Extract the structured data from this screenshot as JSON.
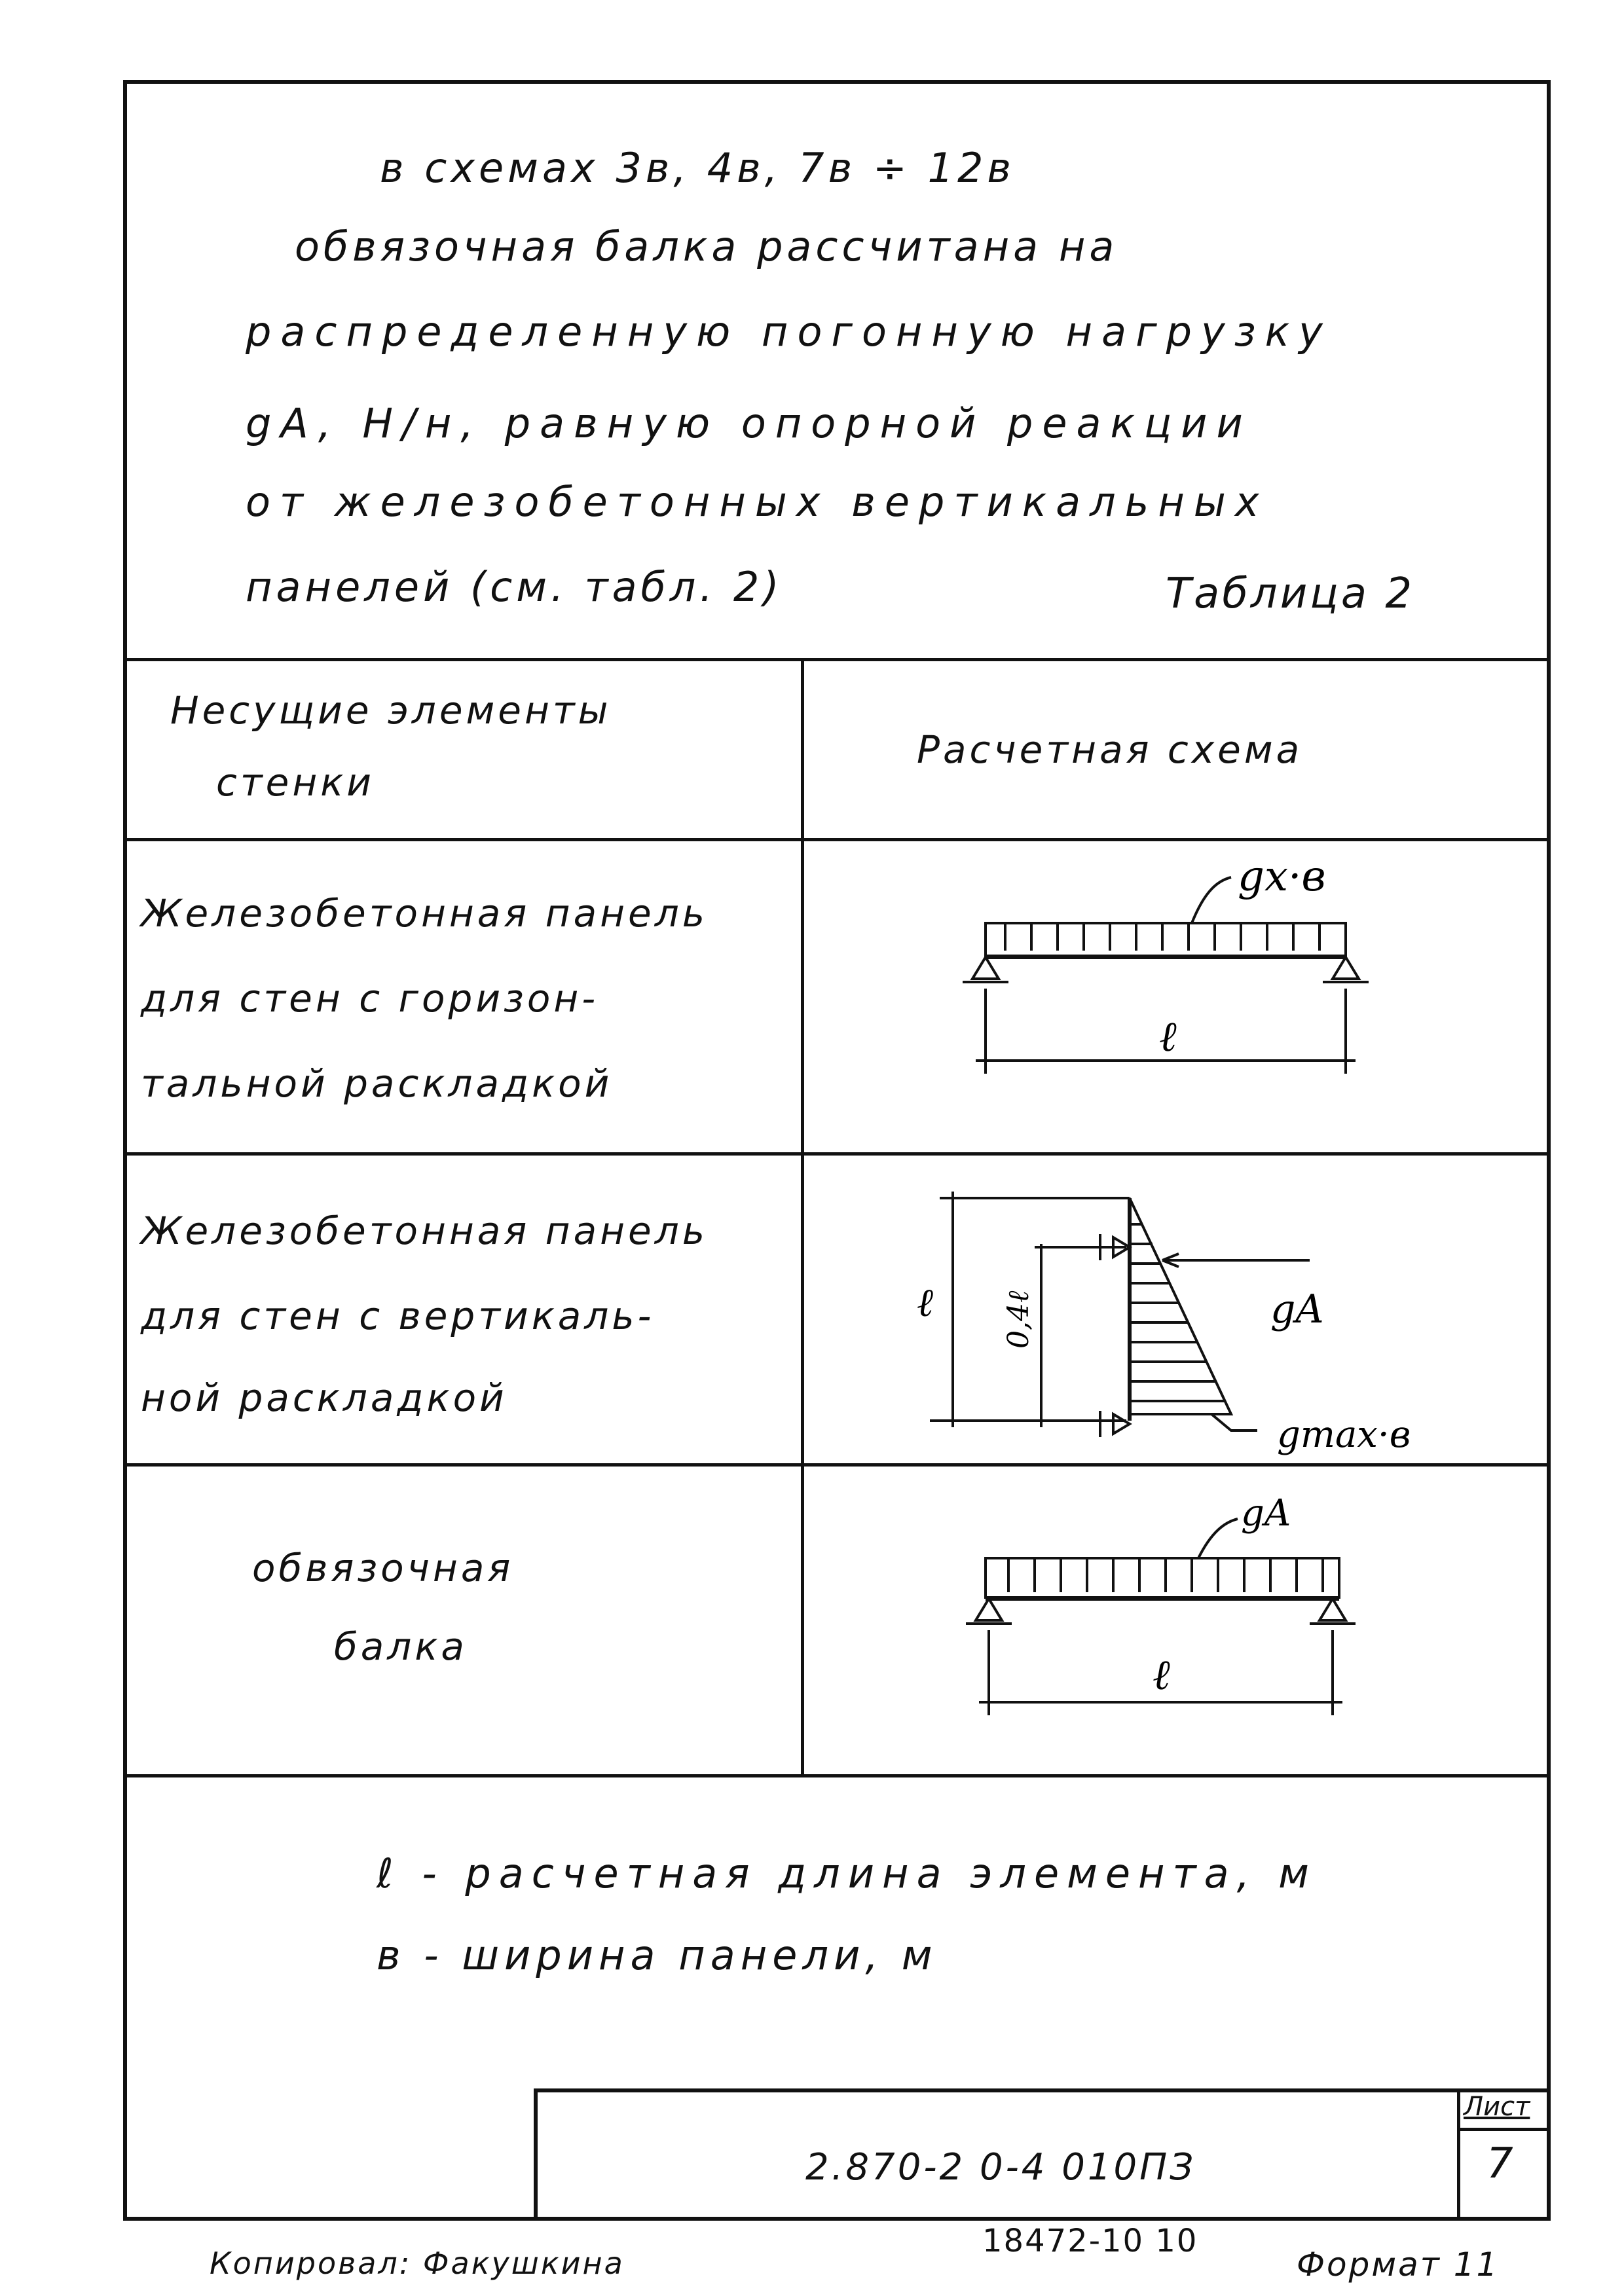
{
  "intro_lines": [
    "в схемах 3в, 4в, 7в ÷ 12в",
    "обвязочная балка рассчитана на",
    "распределенную погонную нагрузку",
    "gA, Н/н, равную опорной реакции",
    "от железобетонных вертикальных",
    "панелей (см. табл. 2)"
  ],
  "table_label": "Таблица 2",
  "table": {
    "headers": [
      "Несущие элементы стенки",
      "Расчетная схема"
    ],
    "header_lines_left": [
      "Несущие элементы",
      "стенки"
    ],
    "rows": [
      {
        "element_lines": [
          "Железобетонная панель",
          "для стен с горизон-",
          "тальной раскладкой"
        ],
        "scheme": {
          "load_label": "gx·в",
          "span_label": "ℓ"
        }
      },
      {
        "element_lines": [
          "Железобетонная панель",
          "для стен с вертикаль-",
          "ной раскладкой"
        ],
        "scheme": {
          "height_label": "ℓ",
          "support_label": "0,4ℓ",
          "reaction_label": "gA",
          "max_label": "gmax·в"
        }
      },
      {
        "element_lines": [
          "обвязочная",
          "балка"
        ],
        "scheme": {
          "load_label": "gA",
          "span_label": "ℓ"
        }
      }
    ]
  },
  "notes": [
    "ℓ - расчетная длина элемента, м",
    "в - ширина панели, м"
  ],
  "stamp": {
    "sheet_label": "Лист",
    "sheet_number": "7",
    "designation": "2.870-2 0-4 010ПЗ"
  },
  "footer": {
    "copied_by": "Копировал: Факушкина",
    "number": "18472-10  10",
    "format": "Формат 11"
  }
}
